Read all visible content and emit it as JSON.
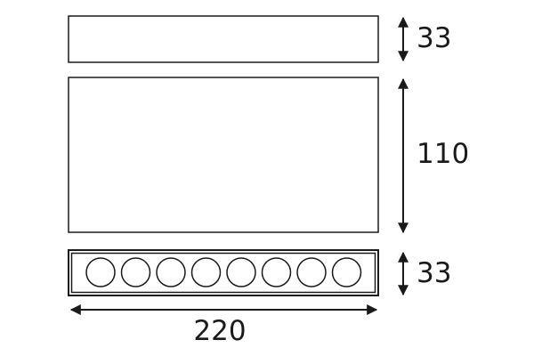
{
  "dimensions": {
    "top_height": "33",
    "middle_height": "110",
    "bottom_height": "33",
    "width": "220"
  },
  "led_count": 8,
  "colors": {
    "line": "#1a1a1a",
    "background": "#ffffff"
  }
}
